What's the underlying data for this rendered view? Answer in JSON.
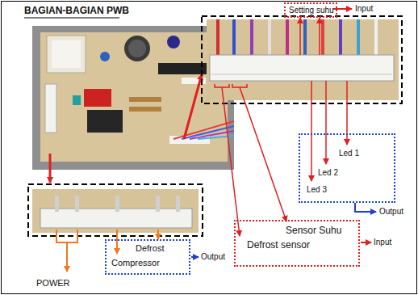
{
  "diagram": {
    "title": "BAGIAN-BAGIAN PWB",
    "nodes": [
      {
        "text": [
          "Setting suhu"
        ]
      },
      {
        "text": [
          "Led 1",
          "Led 2",
          "Led 3"
        ]
      },
      {
        "text": [
          "Sensor Suhu",
          "Defrost sensor"
        ]
      },
      {
        "text": [
          "Defrost",
          "Compressor"
        ]
      }
    ],
    "labels": [
      "Input",
      "Output",
      "Input",
      "POWER",
      "Output"
    ]
  }
}
